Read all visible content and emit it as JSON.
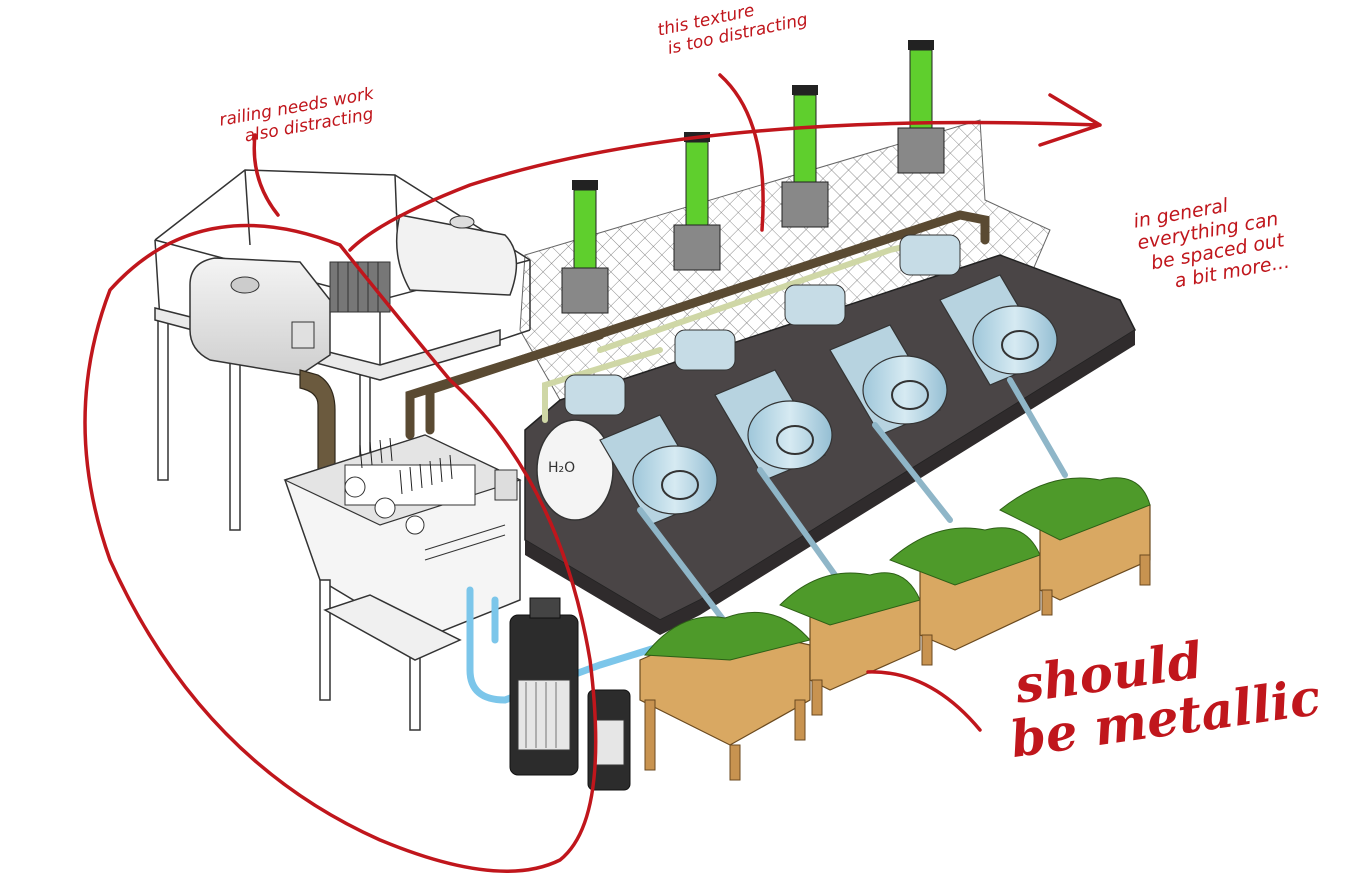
{
  "annotations": {
    "railing_note": {
      "line1": "railing needs work",
      "line2": "also distracting"
    },
    "texture_note": {
      "line1": "this texture",
      "line2": "is too distracting"
    },
    "spacing_note": {
      "line1": "in general",
      "line2": "everything can",
      "line3": "be spaced out",
      "line4": "a bit more..."
    },
    "metallic_note": {
      "line1": "should",
      "line2": "be metallic"
    }
  },
  "labels": {
    "tank_label": "H₂O"
  },
  "colors": {
    "annotation_red": "#c0161c",
    "column_green": "#5fcf2d",
    "plant_green": "#4e9a2a",
    "wood_tan": "#d9a862",
    "platform_gray": "#4a4546",
    "pipe_brown": "#5a4a32",
    "reactor_blue": "#bcd9e6",
    "water_blue": "#7cc6ea"
  }
}
